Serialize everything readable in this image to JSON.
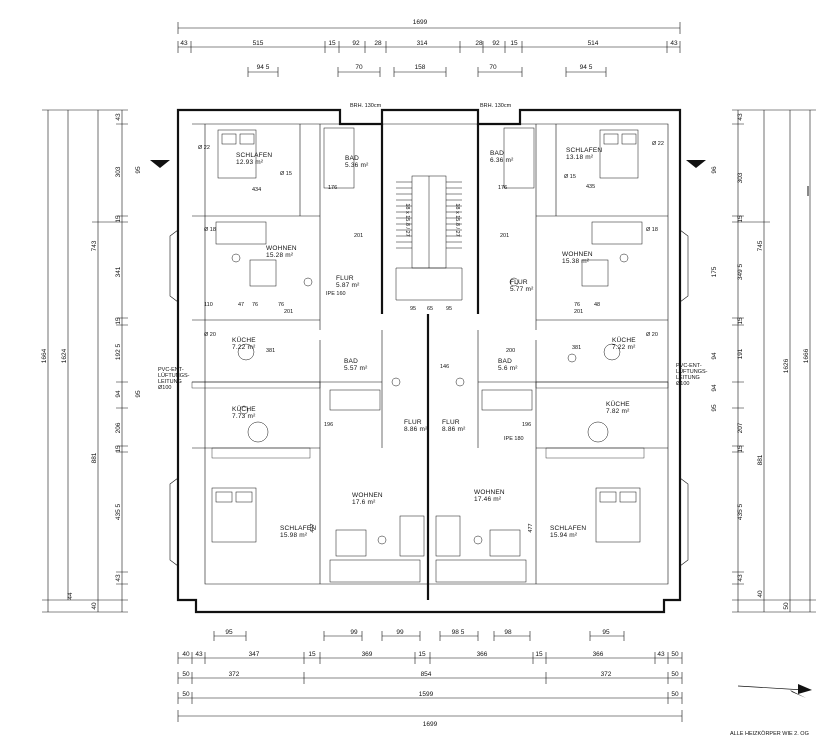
{
  "dims_top": {
    "total": "1699",
    "row2": [
      "43",
      "515",
      "15",
      "92",
      "28",
      "314",
      "28",
      "92",
      "15",
      "514",
      "43"
    ],
    "row3": [
      "94 5",
      "70",
      "158",
      "70",
      "94 5"
    ]
  },
  "dims_bottom": {
    "row1": [
      "95",
      "99",
      "99",
      "98 5",
      "98",
      "95"
    ],
    "row2": [
      "40",
      "43",
      "347",
      "15",
      "369",
      "15",
      "366",
      "15",
      "366",
      "43",
      "50"
    ],
    "row3": [
      "50",
      "372",
      "854",
      "372",
      "50"
    ],
    "row4": [
      "50",
      "1599",
      "50"
    ],
    "row5": "1699"
  },
  "dims_left": {
    "outer": [
      "1664",
      "1624"
    ],
    "mid": [
      "743",
      "881"
    ],
    "inner": [
      "43",
      "303",
      "15",
      "341",
      "15",
      "192 5",
      "94",
      "206",
      "15",
      "435 5",
      "43",
      "44",
      "40"
    ],
    "markers": [
      "95",
      "95"
    ]
  },
  "dims_right": {
    "outer": [
      "1626",
      "1666"
    ],
    "mid": [
      "745",
      "881"
    ],
    "inner": [
      "43",
      "303",
      "15",
      "349 5",
      "15",
      "191",
      "94",
      "207",
      "15",
      "435 5",
      "43",
      "40",
      "50"
    ],
    "markers": [
      "96",
      "175",
      "94",
      "95"
    ]
  },
  "rooms": [
    {
      "name": "SCHLAFEN",
      "area": "12.93 m²"
    },
    {
      "name": "BAD",
      "area": "5.36 m²"
    },
    {
      "name": "BAD",
      "area": "6.36 m²"
    },
    {
      "name": "SCHLAFEN",
      "area": "13.18 m²"
    },
    {
      "name": "WOHNEN",
      "area": "15.28 m²"
    },
    {
      "name": "WOHNEN",
      "area": "15.38 m²"
    },
    {
      "name": "FLUR",
      "area": "5.87 m²"
    },
    {
      "name": "FLUR",
      "area": "5.77 m²"
    },
    {
      "name": "KÜCHE",
      "area": "7.22 m²"
    },
    {
      "name": "KÜCHE",
      "area": "7.22 m²"
    },
    {
      "name": "BAD",
      "area": "5.57 m²"
    },
    {
      "name": "BAD",
      "area": "5.6 m²"
    },
    {
      "name": "KÜCHE",
      "area": "7.73 m²"
    },
    {
      "name": "KÜCHE",
      "area": "7.82 m²"
    },
    {
      "name": "FLUR",
      "area": "8.86 m²"
    },
    {
      "name": "FLUR",
      "area": "8.86 m²"
    },
    {
      "name": "WOHNEN",
      "area": "17.6 m²"
    },
    {
      "name": "WOHNEN",
      "area": "17.46 m²"
    },
    {
      "name": "SCHLAFEN",
      "area": "15.98 m²"
    },
    {
      "name": "SCHLAFEN",
      "area": "15.94 m²"
    }
  ],
  "labels": {
    "brh_left": "BRH. 130cm",
    "brh_right": "BRH. 130cm",
    "pvc_left": [
      "PVC-ENT-",
      "LÜFTUNGS-",
      "LEITUNG",
      "Ø100"
    ],
    "pvc_right": [
      "PVC-ENT-",
      "LÜFTUNGS-",
      "LEITUNG",
      "Ø100"
    ],
    "ipe_left": "IPE 160",
    "ipe_right": "IPE 180",
    "footnote": "ALLE HEIZKÖRPER WIE 2. OG"
  },
  "inner_dims": {
    "d22a": "Ø 22",
    "d22b": "Ø 22",
    "d15a": "Ø 15",
    "d15b": "Ø 15",
    "d18a": "Ø 18",
    "d18b": "Ø 18",
    "d20a": "Ø 20",
    "d20b": "Ø 20",
    "a434": "434",
    "a435": "435",
    "a201a": "201",
    "a201b": "201",
    "a176a": "176",
    "a176b": "176",
    "a110": "110",
    "a47": "47",
    "a76a": "76",
    "a76b": "76",
    "a201c": "201",
    "a201d": "201",
    "a48": "48",
    "a76c": "76",
    "a95a": "95",
    "a65": "65",
    "a95b": "95",
    "a200": "200",
    "a381a": "381",
    "a381b": "381",
    "a146": "146",
    "a196a": "196",
    "a196b": "196",
    "a477a": "477",
    "a477b": "477"
  },
  "stair": {
    "run_left": "18 x 15.8 / 27",
    "run_right": "18 x 15.8 / 27"
  }
}
